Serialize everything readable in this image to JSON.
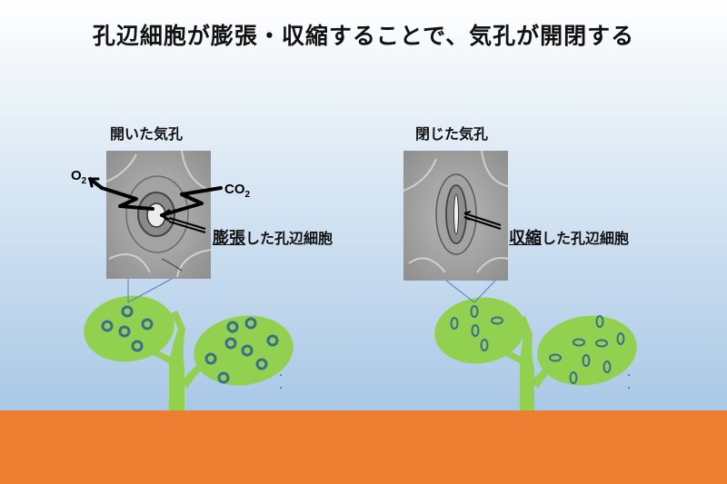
{
  "title": "孔辺細胞が膨張・収縮することで、気孔が開閉する",
  "left_panel": {
    "caption": "開いた気孔",
    "cell_state_keyword": "膨張",
    "cell_label_rest": "した孔辺細胞",
    "gas_out": {
      "symbol": "O",
      "sub": "2"
    },
    "gas_in": {
      "symbol": "CO",
      "sub": "2"
    },
    "stomata_state": "open"
  },
  "right_panel": {
    "caption": "閉じた気孔",
    "cell_state_keyword": "収縮",
    "cell_label_rest": "した孔辺細胞",
    "stomata_state": "closed"
  },
  "colors": {
    "sky_top": "#ffffff",
    "sky_bottom": "#a9c8e6",
    "soil": "#ed7d31",
    "plant": "#92d050",
    "stoma_ring": "#3a6e8f",
    "zoom_line": "#4f81bd",
    "micrograph": "#9a9a9a"
  }
}
